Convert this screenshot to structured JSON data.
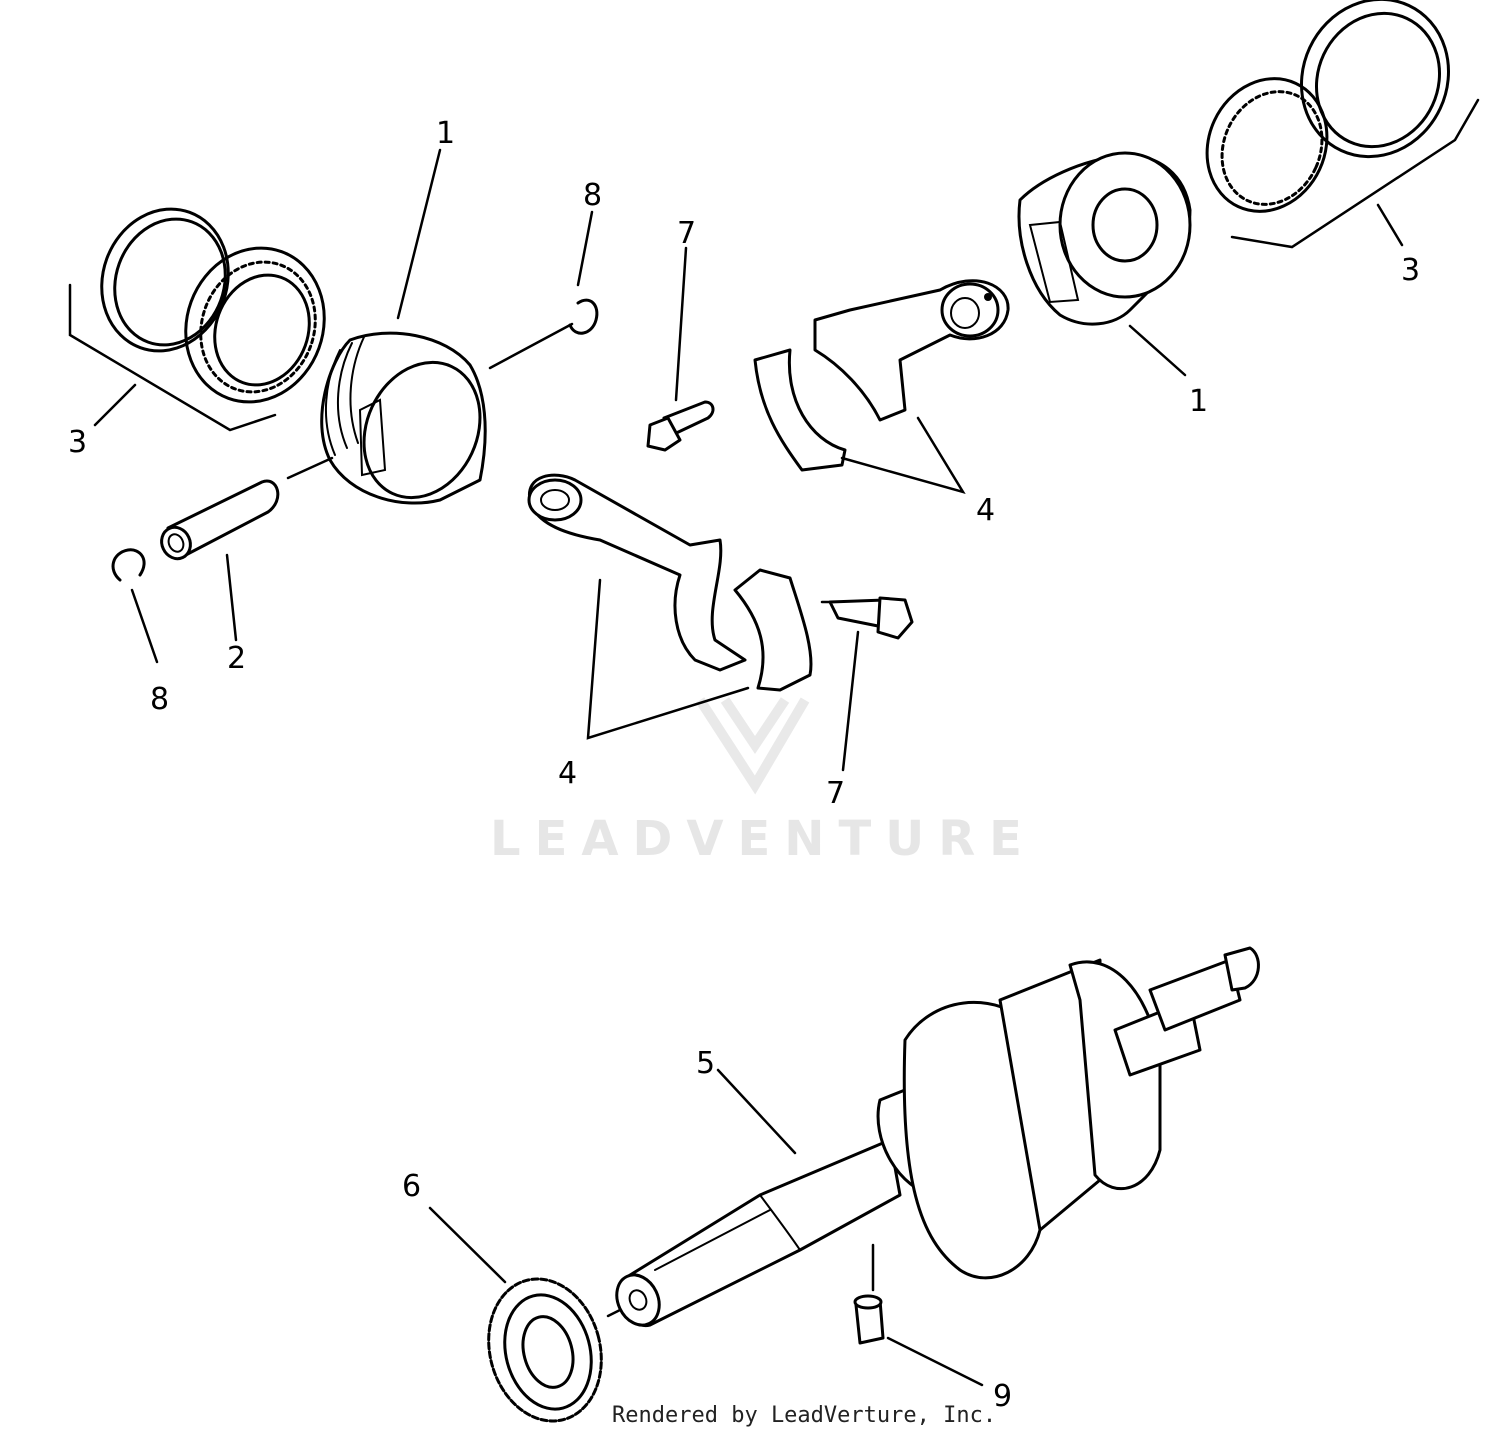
{
  "watermark": {
    "text": "LEADVENTURE",
    "color": "#e6e6e6"
  },
  "credit": "Rendered by LeadVerture, Inc.",
  "callouts": [
    {
      "id": "c1a",
      "label": "1"
    },
    {
      "id": "c1b",
      "label": "1"
    },
    {
      "id": "c2",
      "label": "2"
    },
    {
      "id": "c3a",
      "label": "3"
    },
    {
      "id": "c3b",
      "label": "3"
    },
    {
      "id": "c4a",
      "label": "4"
    },
    {
      "id": "c4b",
      "label": "4"
    },
    {
      "id": "c5",
      "label": "5"
    },
    {
      "id": "c6",
      "label": "6"
    },
    {
      "id": "c7a",
      "label": "7"
    },
    {
      "id": "c7b",
      "label": "7"
    },
    {
      "id": "c8a",
      "label": "8"
    },
    {
      "id": "c8b",
      "label": "8"
    },
    {
      "id": "c9",
      "label": "9"
    }
  ]
}
